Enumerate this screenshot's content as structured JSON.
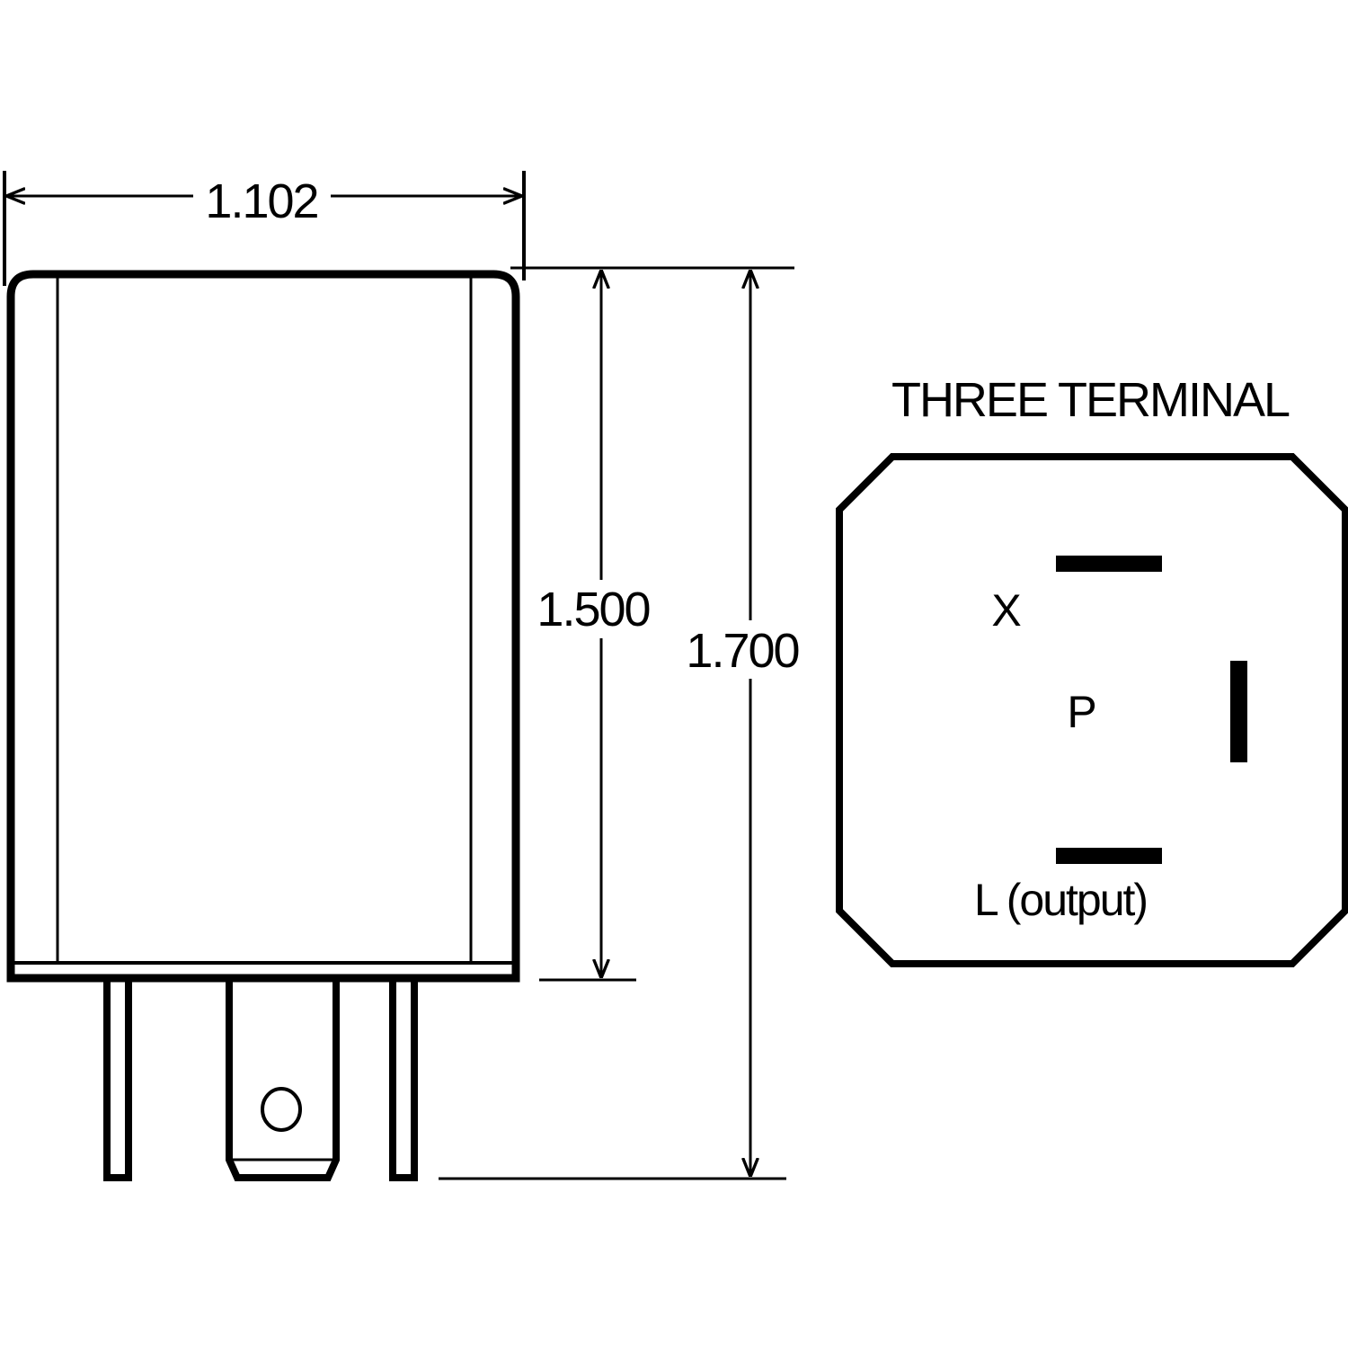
{
  "dimensions": {
    "width": "1.102",
    "body_height": "1.500",
    "overall_height": "1.700"
  },
  "connector": {
    "title": "THREE TERMINAL",
    "terminals": [
      {
        "label": "X"
      },
      {
        "label": "P"
      },
      {
        "label": "L (output)"
      }
    ]
  },
  "colors": {
    "line": "#000000",
    "background": "#ffffff"
  }
}
